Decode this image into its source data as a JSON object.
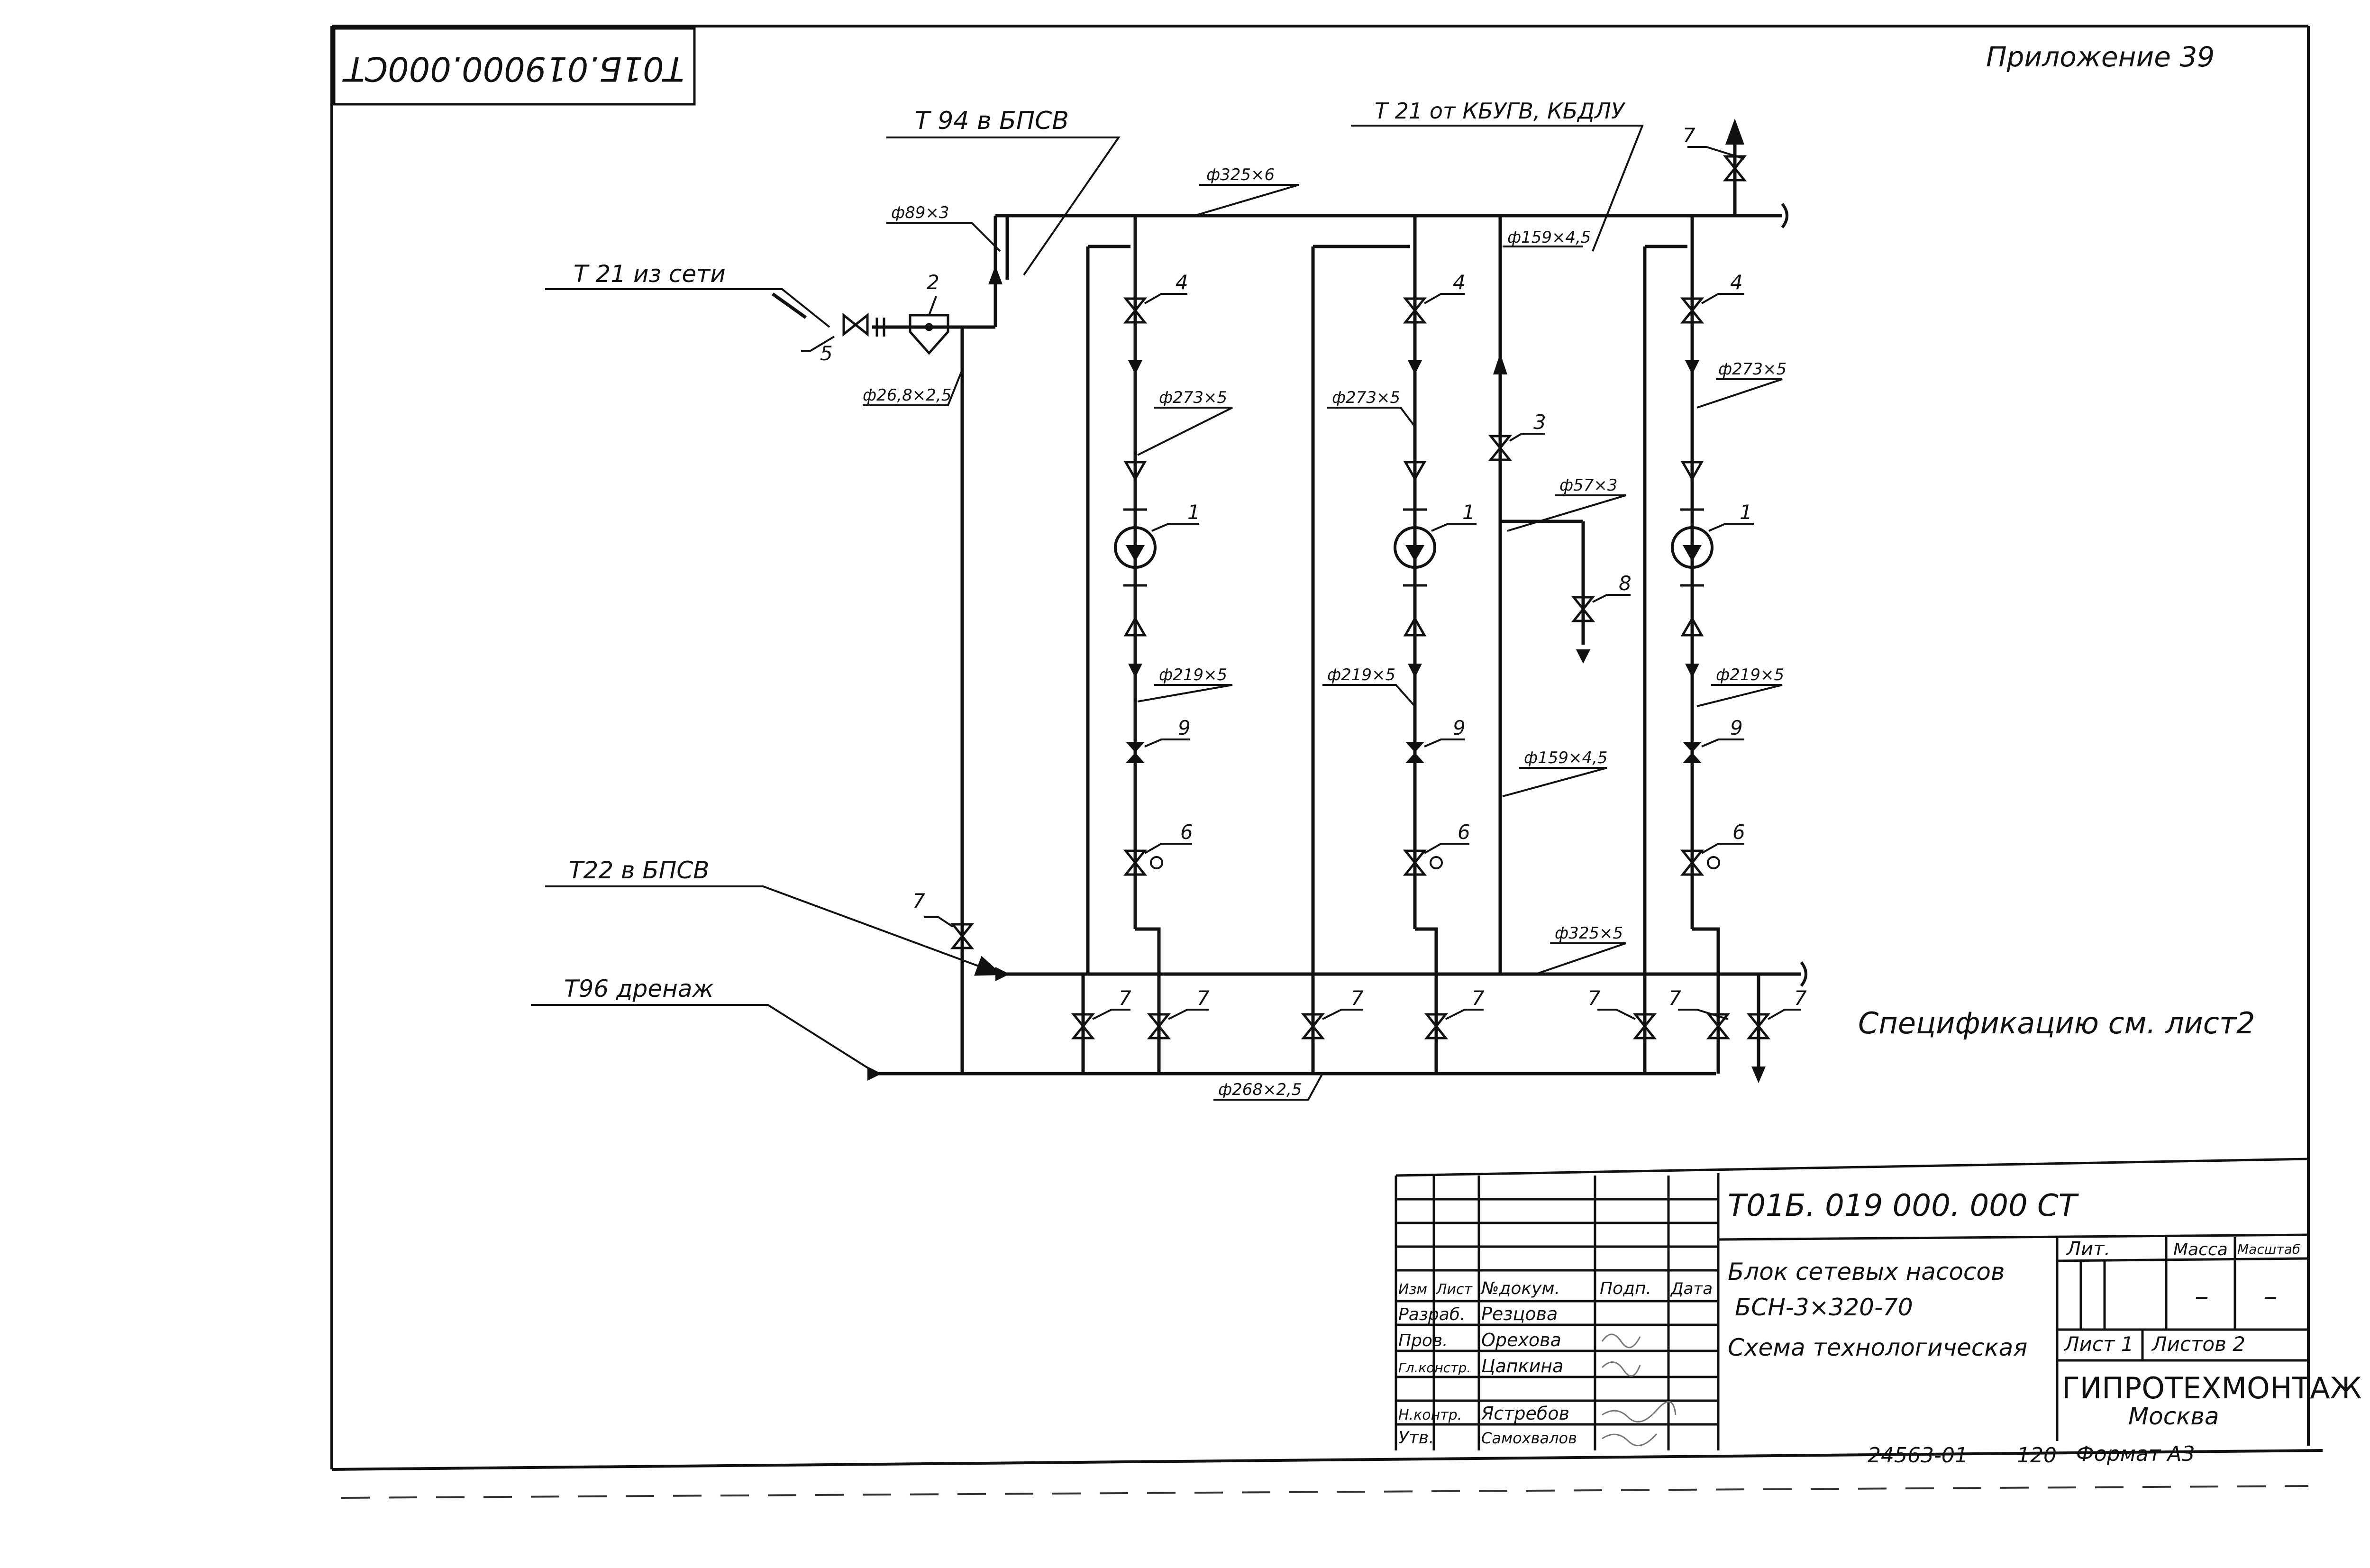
{
  "header": {
    "rotated_code": "Т01Б.019000.000СТ",
    "appendix": "Приложение 39"
  },
  "flows": {
    "t94": "Т 94  в  БПСВ",
    "t21_from": "Т 21 от КБУГВ, КБДЛУ",
    "t21_net": "Т 21 из сети",
    "t22": "Т22  в  БПСВ",
    "t96": "Т96  дренаж"
  },
  "pipes": {
    "d325x6": "ф325×6",
    "d89x3": "ф89×3",
    "d159x45_top": "ф159×4,5",
    "d26": "ф26,8×2,5",
    "d273": "ф273×5",
    "d57": "ф57×3",
    "d219": "ф219×5",
    "d159x45_mid": "ф159×4,5",
    "d325x5": "ф325×5",
    "d268": "ф268×2,5"
  },
  "callouts": [
    "1",
    "2",
    "3",
    "4",
    "5",
    "6",
    "7",
    "8",
    "9"
  ],
  "spec_note": "Спецификацию   см.  лист2",
  "title_block": {
    "doc_code": "Т01Б. 019 000. 000 СТ",
    "title_line1": "Блок сетевых насосов",
    "title_line2": "БСН-3×320-70",
    "title_line3": "Схема технологическая",
    "col_headers": [
      "Изм",
      "Лист",
      "№докум.",
      "Подп.",
      "Дата"
    ],
    "roles": [
      "Разраб.",
      "Пров.",
      "Гл.констр.",
      "",
      "Н.контр.",
      "Утв."
    ],
    "names": [
      "Резцова",
      "Орехова",
      "Цапкина",
      "",
      "Ястребов",
      "Самохвалов"
    ],
    "lit": "Лит.",
    "mass": "Масса",
    "scale": "Масштаб",
    "mass_val": "–",
    "scale_val": "–",
    "sheet": "Лист 1",
    "sheets": "Листов 2",
    "org": "ГИПРОТЕХМОНТАЖ",
    "city": "Москва",
    "footer_num": "24563-01",
    "footer_num2": "120",
    "format": "Формат А3"
  }
}
